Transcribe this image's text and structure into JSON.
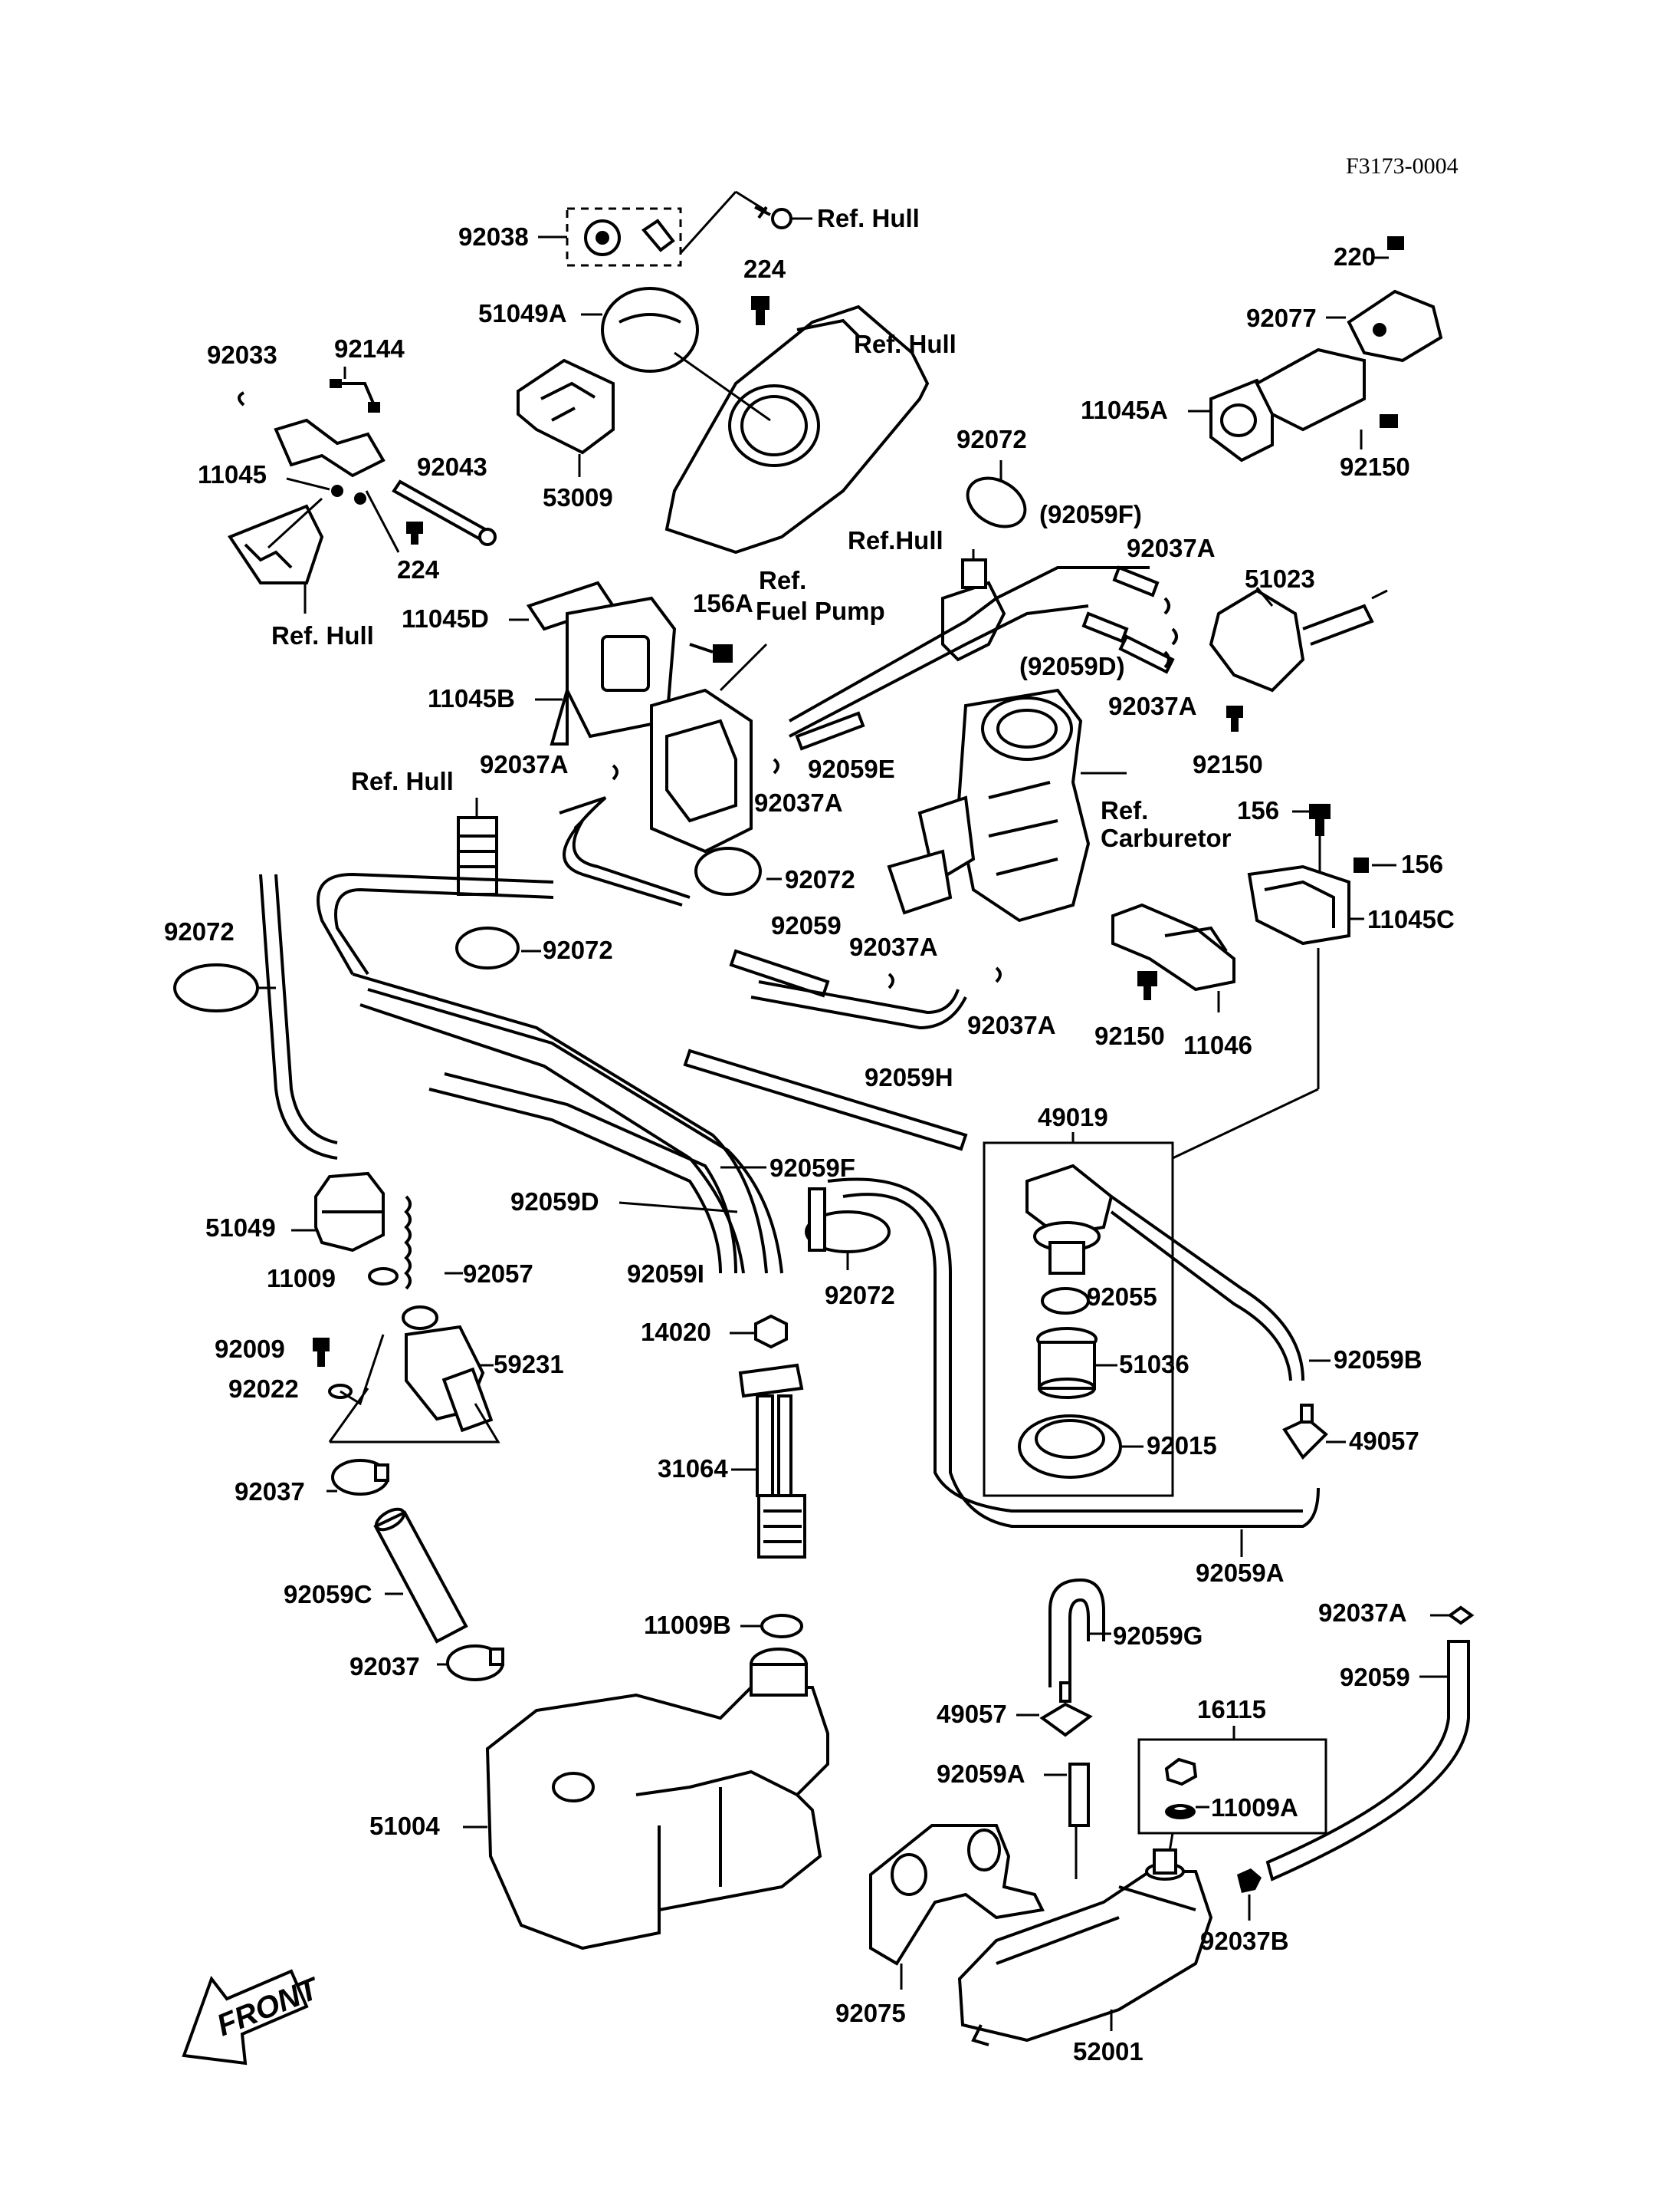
{
  "diagram": {
    "code": "F3173-0004",
    "front_label": "FRONT",
    "labels": {
      "p92038": "92038",
      "ref_hull_top": "Ref. Hull",
      "p224_a": "224",
      "p51049A": "51049A",
      "ref_hull_b": "Ref. Hull",
      "p220": "220",
      "p92077": "92077",
      "p11045A": "11045A",
      "p92150_a": "92150",
      "p92033": "92033",
      "p92144": "92144",
      "p11045": "11045",
      "p92043": "92043",
      "p224_b": "224",
      "ref_hull_c": "Ref. Hull",
      "p53009": "53009",
      "p92072_a": "92072",
      "p92059F_paren": "(92059F)",
      "ref_hull_d": "Ref.Hull",
      "p92037A_a": "92037A",
      "p51023": "51023",
      "ref_fuel_pump_1": "Ref.",
      "ref_fuel_pump_2": "Fuel Pump",
      "p156A": "156A",
      "p11045D": "11045D",
      "p92059D_paren": "(92059D)",
      "p92037A_b": "92037A",
      "p92150_b": "92150",
      "p11045B": "11045B",
      "p92037A_c": "92037A",
      "p92059E": "92059E",
      "p92037A_d": "92037A",
      "ref_hull_e": "Ref. Hull",
      "ref_carb_1": "Ref.",
      "ref_carb_2": "Carburetor",
      "p156_a": "156",
      "p156_b": "156",
      "p92072_b": "92072",
      "p92072_c": "92072",
      "p92059": "92059",
      "p92037A_e": "92037A",
      "p11045C": "11045C",
      "p92072_d": "92072",
      "p92037A_f": "92037A",
      "p92150_c": "92150",
      "p11046": "11046",
      "p92059H": "92059H",
      "p49019": "49019",
      "p92059F": "92059F",
      "p51049": "51049",
      "p92059D": "92059D",
      "p11009": "11009",
      "p92057": "92057",
      "p92059I": "92059I",
      "p92072_e": "92072",
      "p92055": "92055",
      "p14020": "14020",
      "p92059B": "92059B",
      "p92009": "92009",
      "p59231": "59231",
      "p51036": "51036",
      "p92022": "92022",
      "p92015": "92015",
      "p49057_a": "49057",
      "p31064": "31064",
      "p92037_a": "92037",
      "p92059A_a": "92059A",
      "p92059C": "92059C",
      "p92037A_g": "92037A",
      "p11009B": "11009B",
      "p92059G": "92059G",
      "p92037_b": "92037",
      "p92059_b": "92059",
      "p16115": "16115",
      "p49057_b": "49057",
      "p92059A_b": "92059A",
      "p11009A": "11009A",
      "p51004": "51004",
      "p92075": "92075",
      "p92037B": "92037B",
      "p52001": "52001"
    }
  }
}
